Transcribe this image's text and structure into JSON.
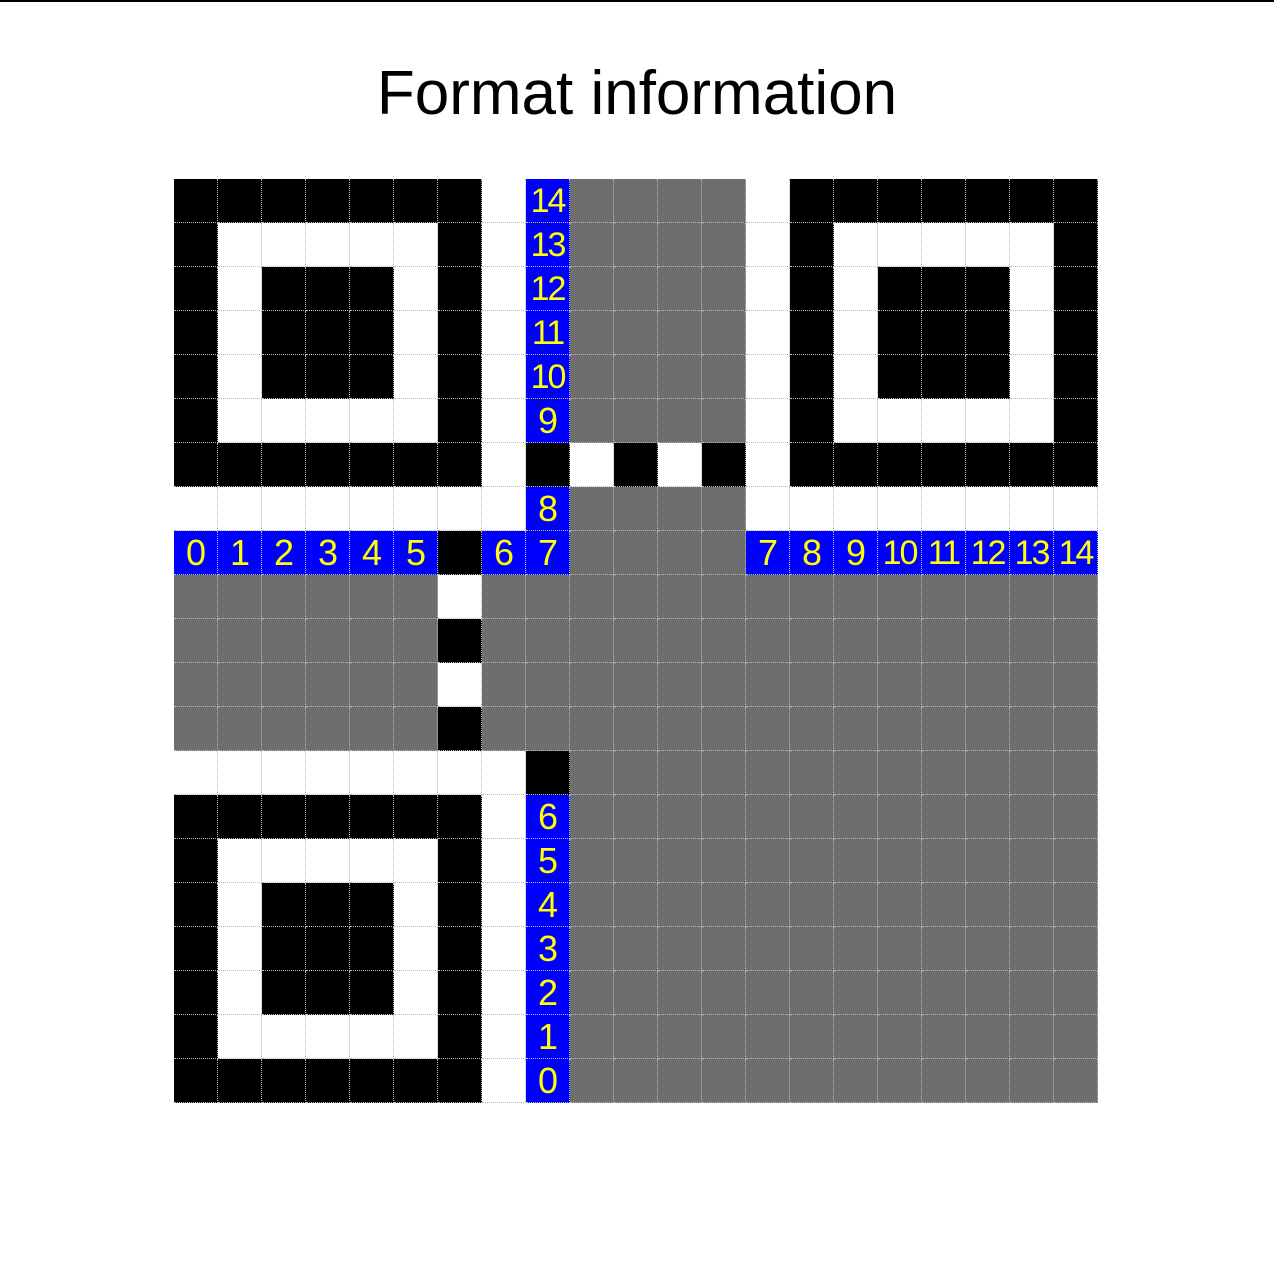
{
  "title": "Format information",
  "colors": {
    "dark": "#000000",
    "light": "#ffffff",
    "data_area": "#6e6e6e",
    "format_bit": "#0000ff",
    "format_label": "#ffff00",
    "grid_line": "#b8b8b8"
  },
  "matrix": {
    "size": 21,
    "legend": "D = dark module, L = light module, G = unused data area, F = format-information bit",
    "rows": [
      "DDDDDDDLFGGGGLDDDDDDD",
      "DLLLLLDLFGGGGLDLLLLLD",
      "DLDDDLDLFGGGGLDLDDDLD",
      "DLDDDLDLFGGGGLDLDDDLD",
      "DLDDDLDLFGGGGLDLDDDLD",
      "DLLLLLDLFGGGGLDLLLLLD",
      "DDDDDDDLDLDLDLDDDDDDD",
      "LLLLLLLLFGGGGLLLLLLLL",
      "FFFFFFDFFGGGGFFFFFFFF",
      "GGGGGGLGGGGGGGGGGGGGG",
      "GGGGGGDGGGGGGGGGGGGGG",
      "GGGGGGLGGGGGGGGGGGGGG",
      "GGGGGGDGGGGGGGGGGGGGG",
      "LLLLLLLLDGGGGGGGGGGGG",
      "DDDDDDDLFGGGGGGGGGGGG",
      "DLLLLLDLFGGGGGGGGGGGG",
      "DLDDDLDLFGGGGGGGGGGGG",
      "DLDDDLDLFGGGGGGGGGGGG",
      "DLDDDLDLFGGGGGGGGGGGG",
      "DLLLLLDLFGGGGGGGGGGGG",
      "DDDDDDDLFGGGGGGGGGGGG"
    ]
  },
  "format_bits": [
    {
      "row": 0,
      "col": 8,
      "label": "14"
    },
    {
      "row": 1,
      "col": 8,
      "label": "13"
    },
    {
      "row": 2,
      "col": 8,
      "label": "12"
    },
    {
      "row": 3,
      "col": 8,
      "label": "11"
    },
    {
      "row": 4,
      "col": 8,
      "label": "10"
    },
    {
      "row": 5,
      "col": 8,
      "label": "9"
    },
    {
      "row": 7,
      "col": 8,
      "label": "8"
    },
    {
      "row": 8,
      "col": 0,
      "label": "0"
    },
    {
      "row": 8,
      "col": 1,
      "label": "1"
    },
    {
      "row": 8,
      "col": 2,
      "label": "2"
    },
    {
      "row": 8,
      "col": 3,
      "label": "3"
    },
    {
      "row": 8,
      "col": 4,
      "label": "4"
    },
    {
      "row": 8,
      "col": 5,
      "label": "5"
    },
    {
      "row": 8,
      "col": 7,
      "label": "6"
    },
    {
      "row": 8,
      "col": 8,
      "label": "7"
    },
    {
      "row": 8,
      "col": 13,
      "label": "7"
    },
    {
      "row": 8,
      "col": 14,
      "label": "8"
    },
    {
      "row": 8,
      "col": 15,
      "label": "9"
    },
    {
      "row": 8,
      "col": 16,
      "label": "10"
    },
    {
      "row": 8,
      "col": 17,
      "label": "11"
    },
    {
      "row": 8,
      "col": 18,
      "label": "12"
    },
    {
      "row": 8,
      "col": 19,
      "label": "13"
    },
    {
      "row": 8,
      "col": 20,
      "label": "14"
    },
    {
      "row": 14,
      "col": 8,
      "label": "6"
    },
    {
      "row": 15,
      "col": 8,
      "label": "5"
    },
    {
      "row": 16,
      "col": 8,
      "label": "4"
    },
    {
      "row": 17,
      "col": 8,
      "label": "3"
    },
    {
      "row": 18,
      "col": 8,
      "label": "2"
    },
    {
      "row": 19,
      "col": 8,
      "label": "1"
    },
    {
      "row": 20,
      "col": 8,
      "label": "0"
    }
  ]
}
